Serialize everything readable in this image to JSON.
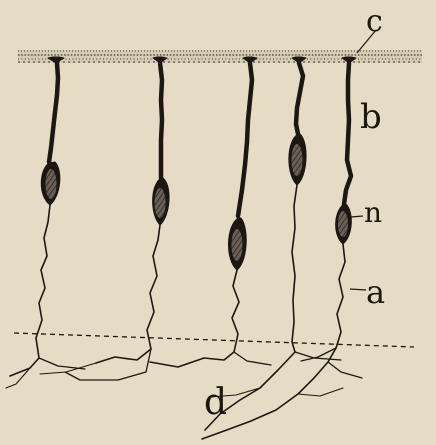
{
  "figure": {
    "labels": {
      "c": "c",
      "b": "b",
      "n": "n",
      "a": "a",
      "d": "d"
    },
    "colors": {
      "paper": "#e6dcc5",
      "ink": "#1c1712",
      "nucleus_fill": "#5a5048"
    }
  }
}
